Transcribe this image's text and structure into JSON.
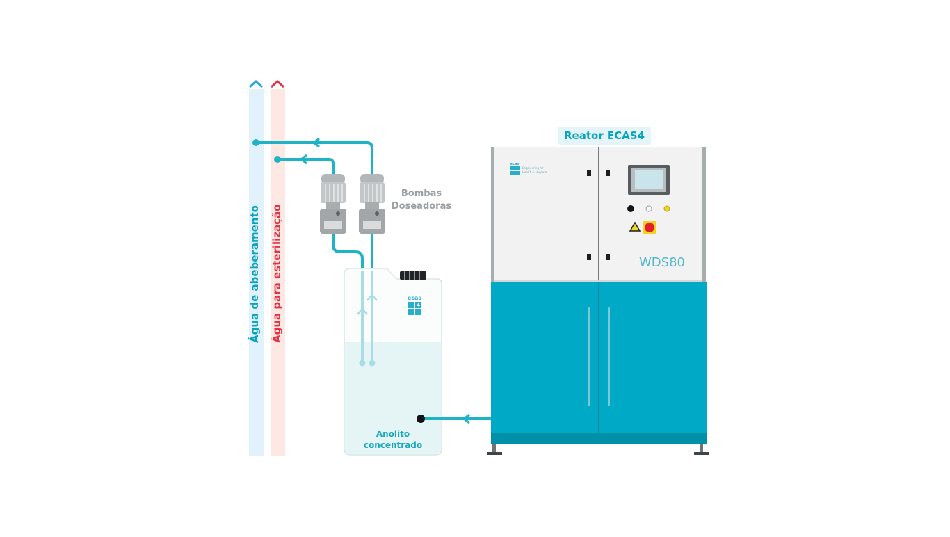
{
  "diagram": {
    "reactor_label": "Reator ECAS4",
    "pumps_label_line1": "Bombas",
    "pumps_label_line2": "Doseadoras",
    "tank_label_line1": "Anolito",
    "tank_label_line2": "concentrado",
    "pipe_blue_label": "Água de abeberamento",
    "pipe_red_label": "Água para esterilização",
    "machine_model": "WDS80",
    "machine_brand": "ecas",
    "machine_brand_number": "4",
    "machine_tagline_1": "Engineering for",
    "machine_tagline_2": "Health & Hygiene",
    "tank_brand": "ecas",
    "tank_brand_number": "4"
  },
  "colors": {
    "teal": "#00a9c6",
    "teal_dark": "#0090a8",
    "pipe": "#1fb3c6",
    "blue_line": "#25a7e0",
    "red_line": "#e63046",
    "grey_pump": "#b9bdc0",
    "cabinet_light": "#f1f2f1"
  }
}
